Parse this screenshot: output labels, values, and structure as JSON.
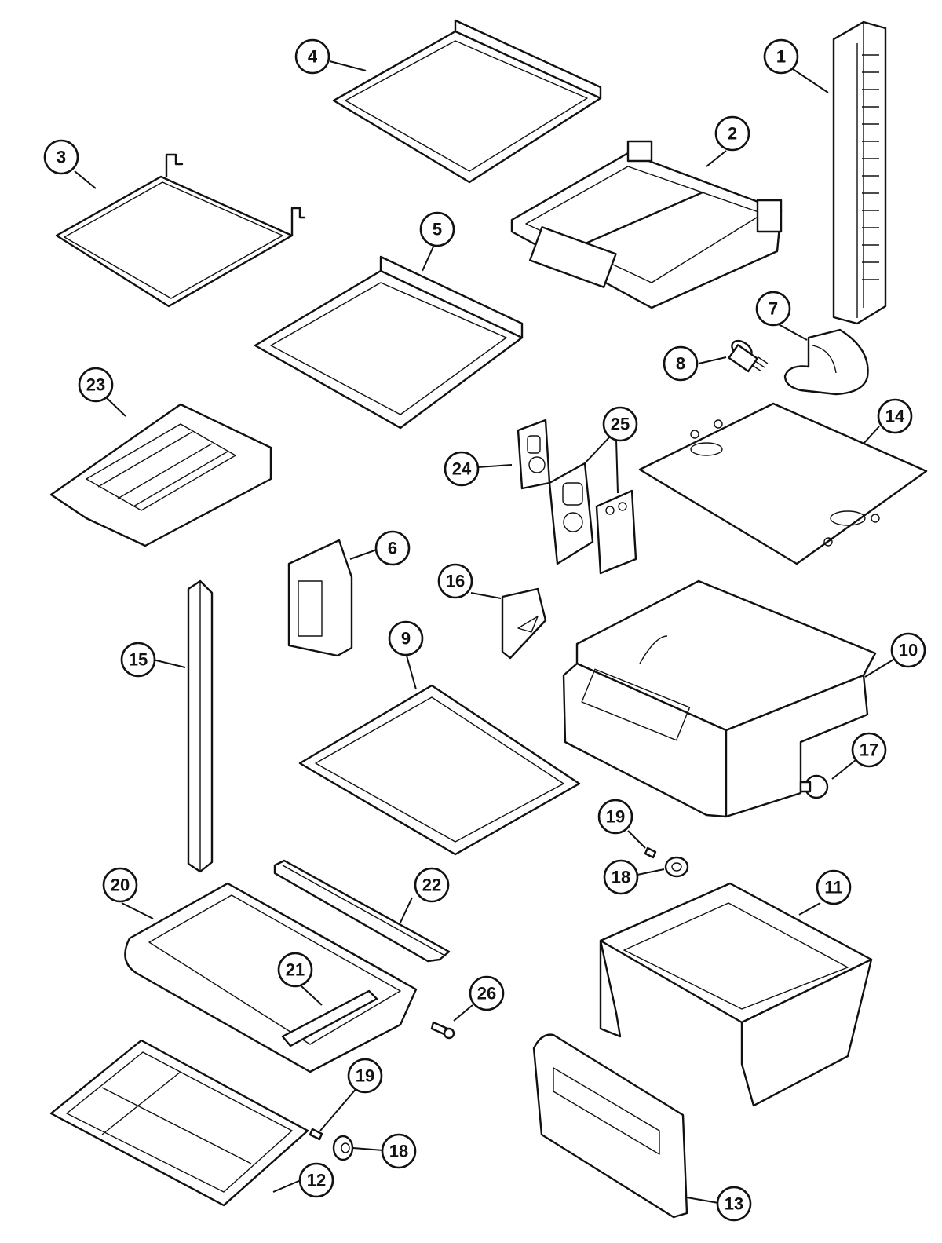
{
  "diagram": {
    "callouts": [
      {
        "id": "c1",
        "label": "1"
      },
      {
        "id": "c2",
        "label": "2"
      },
      {
        "id": "c3",
        "label": "3"
      },
      {
        "id": "c4",
        "label": "4"
      },
      {
        "id": "c5",
        "label": "5"
      },
      {
        "id": "c6",
        "label": "6"
      },
      {
        "id": "c7",
        "label": "7"
      },
      {
        "id": "c8",
        "label": "8"
      },
      {
        "id": "c9",
        "label": "9"
      },
      {
        "id": "c10",
        "label": "10"
      },
      {
        "id": "c11",
        "label": "11"
      },
      {
        "id": "c12",
        "label": "12"
      },
      {
        "id": "c13",
        "label": "13"
      },
      {
        "id": "c14",
        "label": "14"
      },
      {
        "id": "c15",
        "label": "15"
      },
      {
        "id": "c16",
        "label": "16"
      },
      {
        "id": "c17",
        "label": "17"
      },
      {
        "id": "c18a",
        "label": "18"
      },
      {
        "id": "c18b",
        "label": "18"
      },
      {
        "id": "c19a",
        "label": "19"
      },
      {
        "id": "c19b",
        "label": "19"
      },
      {
        "id": "c20",
        "label": "20"
      },
      {
        "id": "c21",
        "label": "21"
      },
      {
        "id": "c22",
        "label": "22"
      },
      {
        "id": "c23",
        "label": "23"
      },
      {
        "id": "c24",
        "label": "24"
      },
      {
        "id": "c25",
        "label": "25"
      },
      {
        "id": "c26",
        "label": "26"
      }
    ]
  }
}
